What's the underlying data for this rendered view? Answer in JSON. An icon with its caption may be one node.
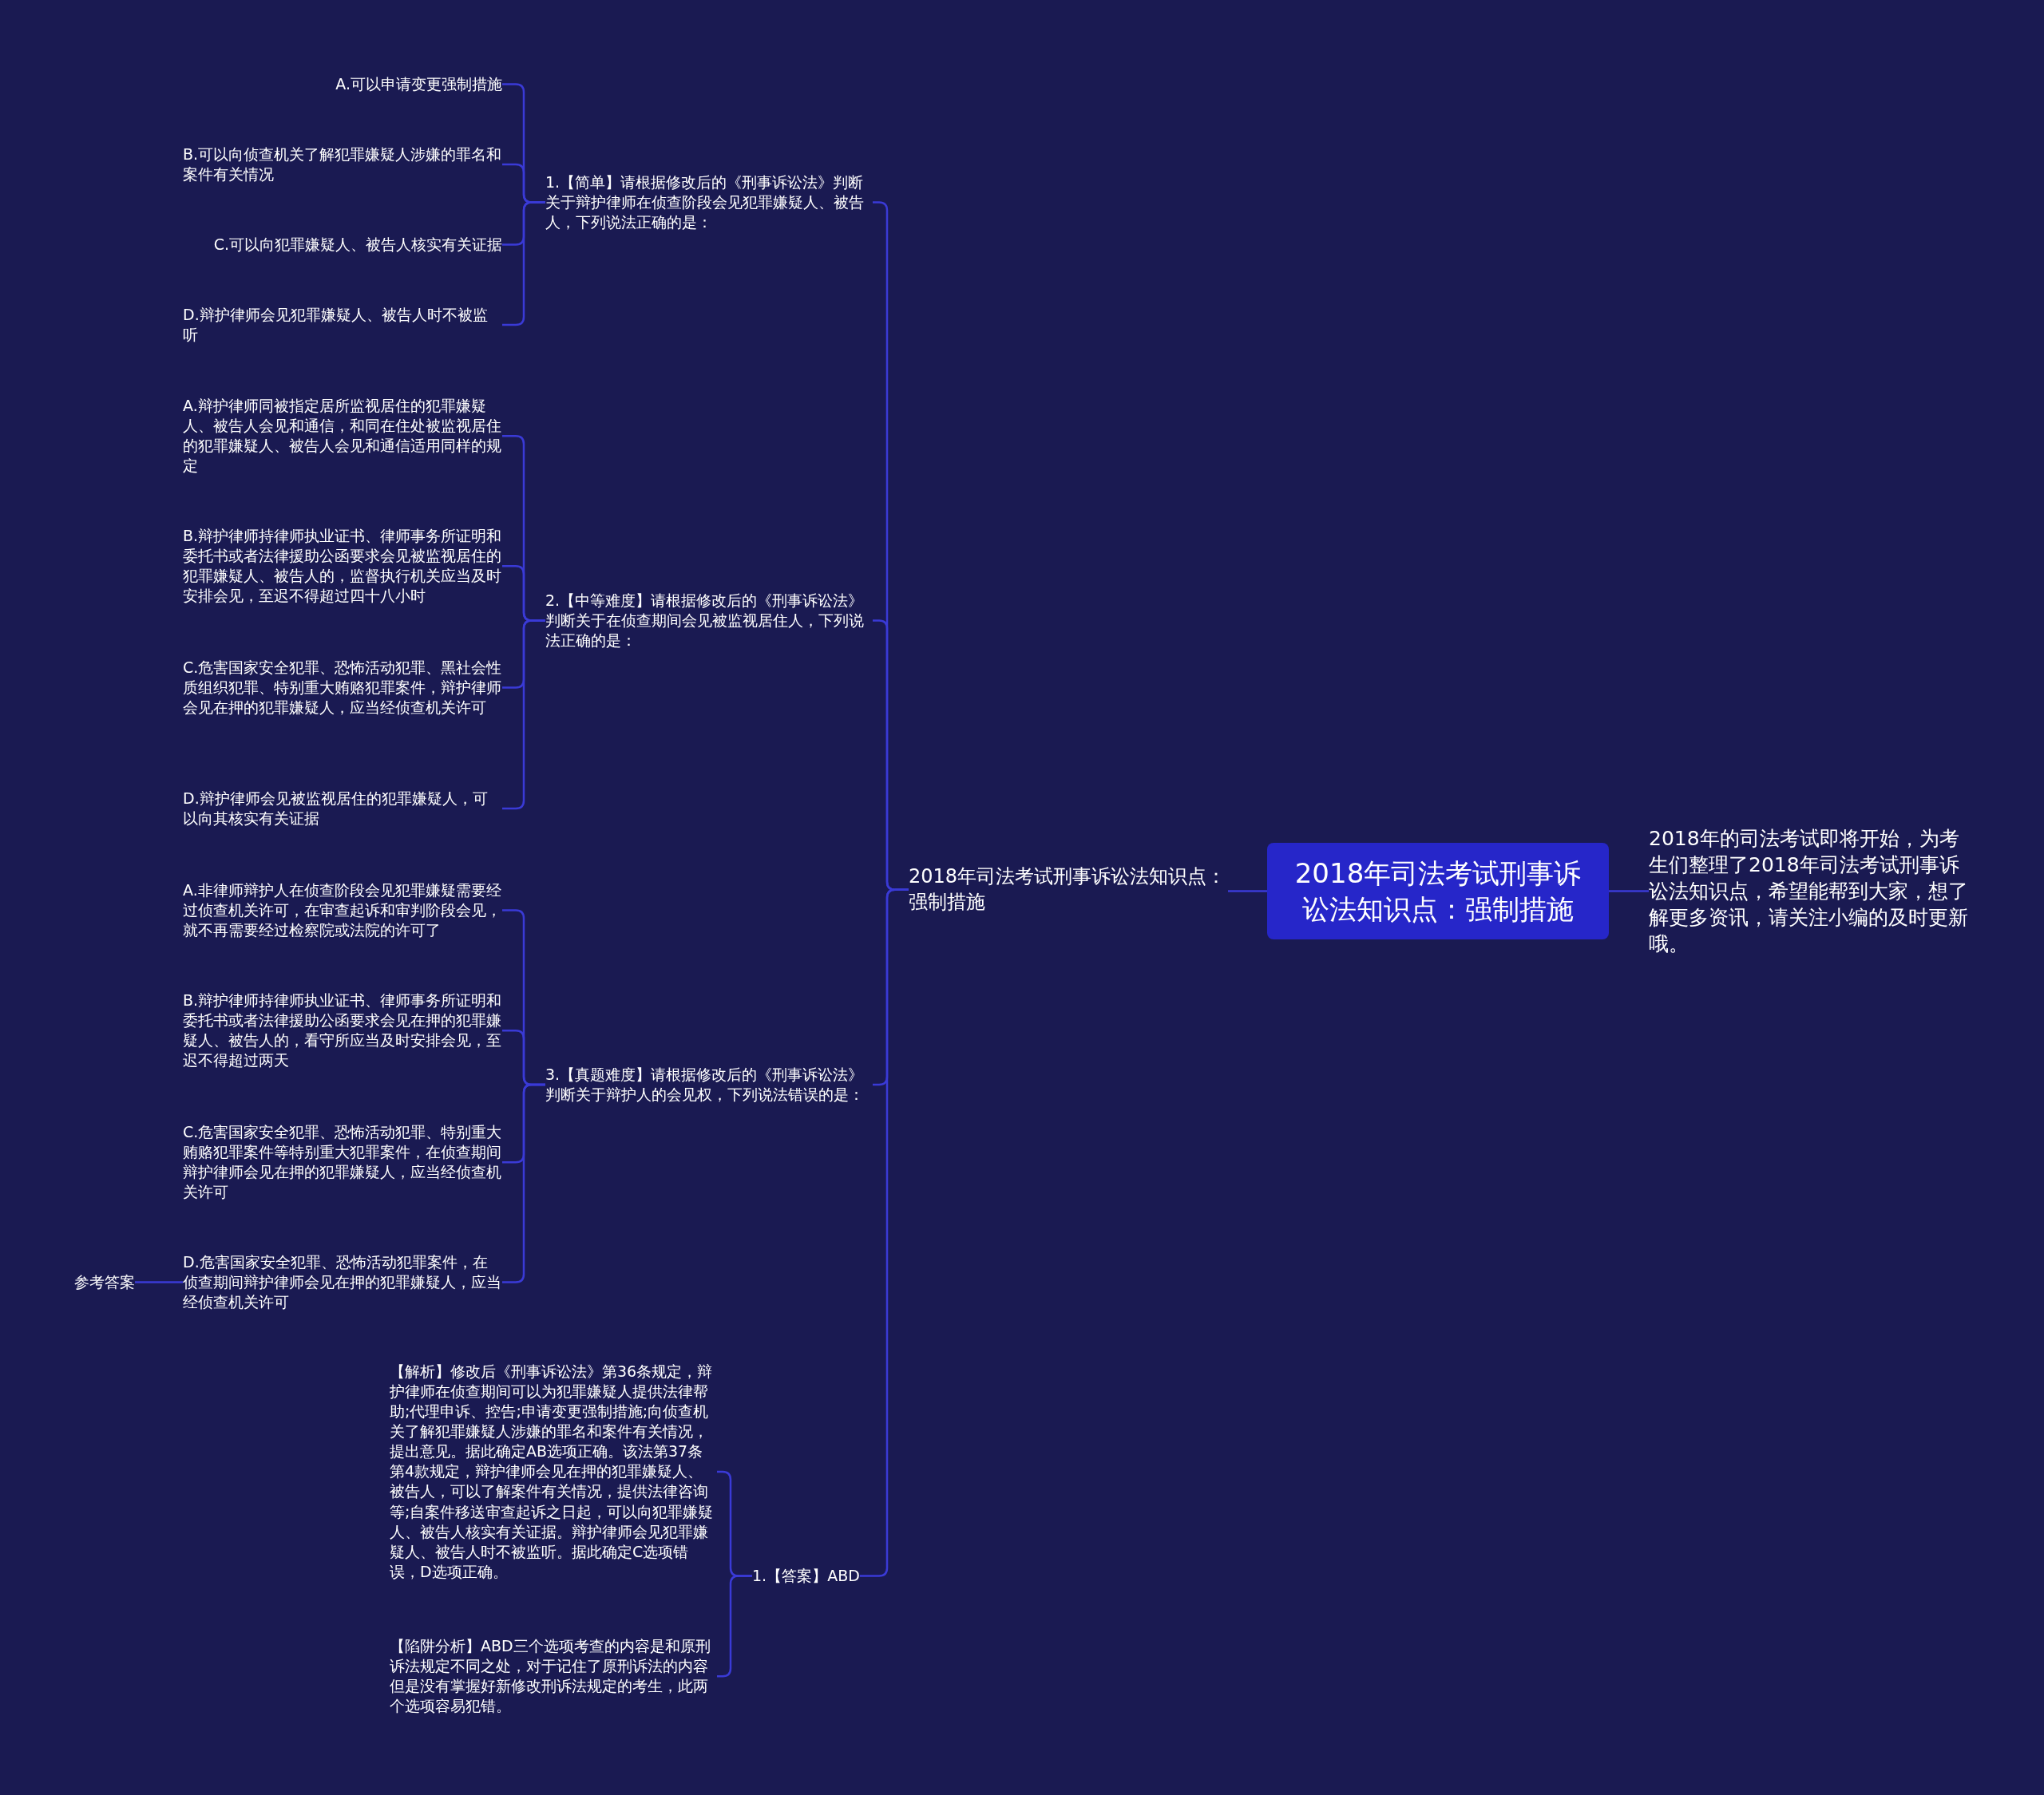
{
  "diagram": {
    "nodes": [
      {
        "text": [
          "2018年司法考试刑事诉讼法知识点：强制措施"
        ]
      },
      {
        "text": [
          "2018年的司法考试即将开始，为考生们整理了2018年司法考试刑事诉讼法知识点，希望能帮到大家，想了解更多资讯，请关注小编的及时更新哦。"
        ]
      },
      {
        "text": [
          "2018年司法考试刑事诉讼法知识点：强制措施"
        ]
      },
      {
        "text": [
          "1.【简单】请根据修改后的《刑事诉讼法》判断关于辩护律师在侦查阶段会见犯罪嫌疑人、被告人，下列说法正确的是："
        ]
      },
      {
        "text": [
          "A.可以申请变更强制措施"
        ]
      },
      {
        "text": [
          "B.可以向侦查机关了解犯罪嫌疑人涉嫌的罪名和案件有关情况"
        ]
      },
      {
        "text": [
          "C.可以向犯罪嫌疑人、被告人核实有关证据"
        ]
      },
      {
        "text": [
          "D.辩护律师会见犯罪嫌疑人、被告人时不被监听"
        ]
      },
      {
        "text": [
          "2.【中等难度】请根据修改后的《刑事诉讼法》判断关于在侦查期间会见被监视居住人，下列说法正确的是："
        ]
      },
      {
        "text": [
          "A.辩护律师同被指定居所监视居住的犯罪嫌疑人、被告人会见和通信，和同在住处被监视居住的犯罪嫌疑人、被告人会见和通信适用同样的规定"
        ]
      },
      {
        "text": [
          "B.辩护律师持律师执业证书、律师事务所证明和委托书或者法律援助公函要求会见被监视居住的犯罪嫌疑人、被告人的，监督执行机关应当及时安排会见，至迟不得超过四十八小时"
        ]
      },
      {
        "text": [
          "C.危害国家安全犯罪、恐怖活动犯罪、黑社会性质组织犯罪、特别重大贿赂犯罪案件，辩护律师会见在押的犯罪嫌疑人，应当经侦查机关许可"
        ]
      },
      {
        "text": [
          "D.辩护律师会见被监视居住的犯罪嫌疑人，可以向其核实有关证据"
        ]
      },
      {
        "text": [
          "3.【真题难度】请根据修改后的《刑事诉讼法》判断关于辩护人的会见权，下列说法错误的是："
        ]
      },
      {
        "text": [
          "A.非律师辩护人在侦查阶段会见犯罪嫌疑需要经过侦查机关许可，在审查起诉和审判阶段会见，就不再需要经过检察院或法院的许可了"
        ]
      },
      {
        "text": [
          "B.辩护律师持律师执业证书、律师事务所证明和委托书或者法律援助公函要求会见在押的犯罪嫌疑人、被告人的，看守所应当及时安排会见，至迟不得超过两天"
        ]
      },
      {
        "text": [
          "C.危害国家安全犯罪、恐怖活动犯罪、特别重大贿赂犯罪案件等特别重大犯罪案件，在侦查期间辩护律师会见在押的犯罪嫌疑人，应当经侦查机关许可"
        ]
      },
      {
        "text": [
          "D.危害国家安全犯罪、恐怖活动犯罪案件，在侦查期间辩护律师会见在押的犯罪嫌疑人，应当经侦查机关许可"
        ]
      },
      {
        "text": [
          "参考答案"
        ]
      },
      {
        "text": [
          "1.【答案】ABD"
        ]
      },
      {
        "text": [
          "【解析】修改后《刑事诉讼法》第36条规定，辩护律师在侦查期间可以为犯罪嫌疑人提供法律帮助;代理申诉、控告;申请变更强制措施;向侦查机关了解犯罪嫌疑人涉嫌的罪名和案件有关情况，提出意见。据此确定AB选项正确。该法第37条第4款规定，辩护律师会见在押的犯罪嫌疑人、被告人，可以了解案件有关情况，提供法律咨询等;自案件移送审查起诉之日起，可以向犯罪嫌疑人、被告人核实有关证据。辩护律师会见犯罪嫌疑人、被告人时不被监听。据此确定C选项错误，D选项正确。"
        ]
      },
      {
        "text": [
          "【陷阱分析】ABD三个选项考查的内容是和原刑诉法规定不同之处，对于记住了原刑诉法的内容但是没有掌握好新修改刑诉法规定的考生，此两个选项容易犯错。"
        ]
      }
    ],
    "edges": [
      {
        "from": 0,
        "to": 1,
        "arrow": "none"
      },
      {
        "from": 0,
        "to": 2,
        "arrow": "none"
      },
      {
        "from": 2,
        "to": 3,
        "arrow": "none"
      },
      {
        "from": 3,
        "to": 4,
        "arrow": "none"
      },
      {
        "from": 3,
        "to": 5,
        "arrow": "none"
      },
      {
        "from": 3,
        "to": 6,
        "arrow": "none"
      },
      {
        "from": 3,
        "to": 7,
        "arrow": "none"
      },
      {
        "from": 2,
        "to": 8,
        "arrow": "none"
      },
      {
        "from": 8,
        "to": 9,
        "arrow": "none"
      },
      {
        "from": 8,
        "to": 10,
        "arrow": "none"
      },
      {
        "from": 8,
        "to": 11,
        "arrow": "none"
      },
      {
        "from": 8,
        "to": 12,
        "arrow": "none"
      },
      {
        "from": 2,
        "to": 13,
        "arrow": "none"
      },
      {
        "from": 13,
        "to": 14,
        "arrow": "none"
      },
      {
        "from": 13,
        "to": 15,
        "arrow": "none"
      },
      {
        "from": 13,
        "to": 16,
        "arrow": "none"
      },
      {
        "from": 13,
        "to": 17,
        "arrow": "none"
      },
      {
        "from": 17,
        "to": 18,
        "arrow": "none"
      },
      {
        "from": 2,
        "to": 19,
        "arrow": "none"
      },
      {
        "from": 19,
        "to": 20,
        "arrow": "none"
      },
      {
        "from": 19,
        "to": 21,
        "arrow": "none"
      }
    ]
  }
}
